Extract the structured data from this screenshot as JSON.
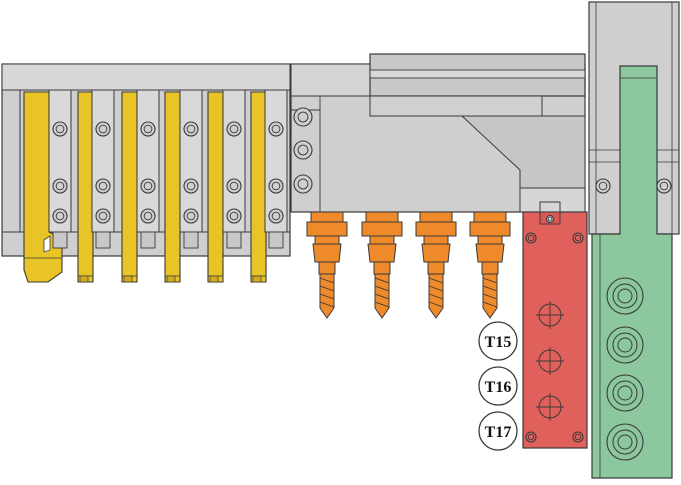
{
  "tool_labels": [
    "T15",
    "T16",
    "T17"
  ],
  "colors": {
    "steel": "#cfcfcf",
    "steel_dark": "#b5b5b5",
    "outline": "#3a3a3a",
    "yellow_tool": "#e8c427",
    "orange_tool": "#ee8a2a",
    "red_block": "#e0605c",
    "green_block": "#8cc79d",
    "label_bg": "#ffffff"
  },
  "icons": {
    "screw": "screw-icon",
    "crosshair": "crosshair-icon",
    "bore": "bore-icon"
  }
}
